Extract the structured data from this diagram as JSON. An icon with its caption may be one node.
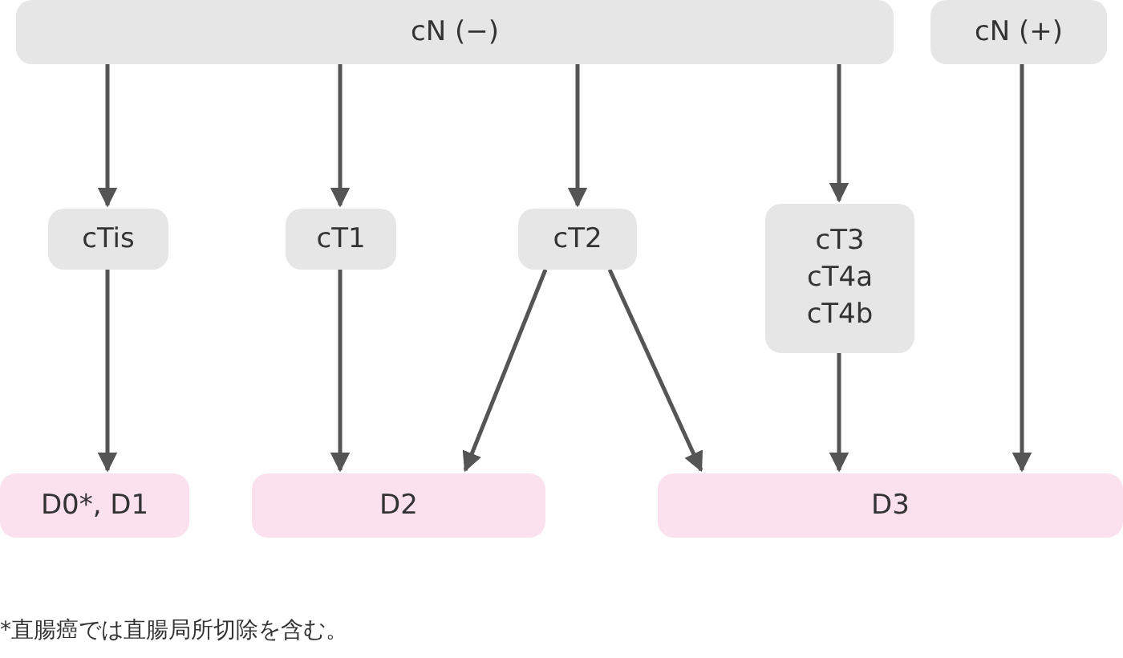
{
  "diagram": {
    "nodes": [
      {
        "text": [
          "cN (−)"
        ]
      },
      {
        "text": [
          "cN (+)"
        ]
      },
      {
        "text": [
          "cTis"
        ]
      },
      {
        "text": [
          "cT1"
        ]
      },
      {
        "text": [
          "cT2"
        ]
      },
      {
        "text": [
          "cT3",
          "cT4a",
          "cT4b"
        ]
      },
      {
        "text": [
          "D0*, D1"
        ]
      },
      {
        "text": [
          "D2"
        ]
      },
      {
        "text": [
          "D3"
        ]
      }
    ],
    "edges": [
      {
        "from": 0,
        "to": 2,
        "arrow": "to"
      },
      {
        "from": 0,
        "to": 3,
        "arrow": "to"
      },
      {
        "from": 0,
        "to": 4,
        "arrow": "to"
      },
      {
        "from": 0,
        "to": 5,
        "arrow": "to"
      },
      {
        "from": 1,
        "to": 8,
        "arrow": "to"
      },
      {
        "from": 2,
        "to": 6,
        "arrow": "to"
      },
      {
        "from": 3,
        "to": 7,
        "arrow": "to"
      },
      {
        "from": 4,
        "to": 7,
        "arrow": "to"
      },
      {
        "from": 4,
        "to": 8,
        "arrow": "to"
      },
      {
        "from": 5,
        "to": 8,
        "arrow": "to"
      }
    ],
    "labels": [
      "*直腸癌では直腸局所切除を含む。"
    ]
  }
}
